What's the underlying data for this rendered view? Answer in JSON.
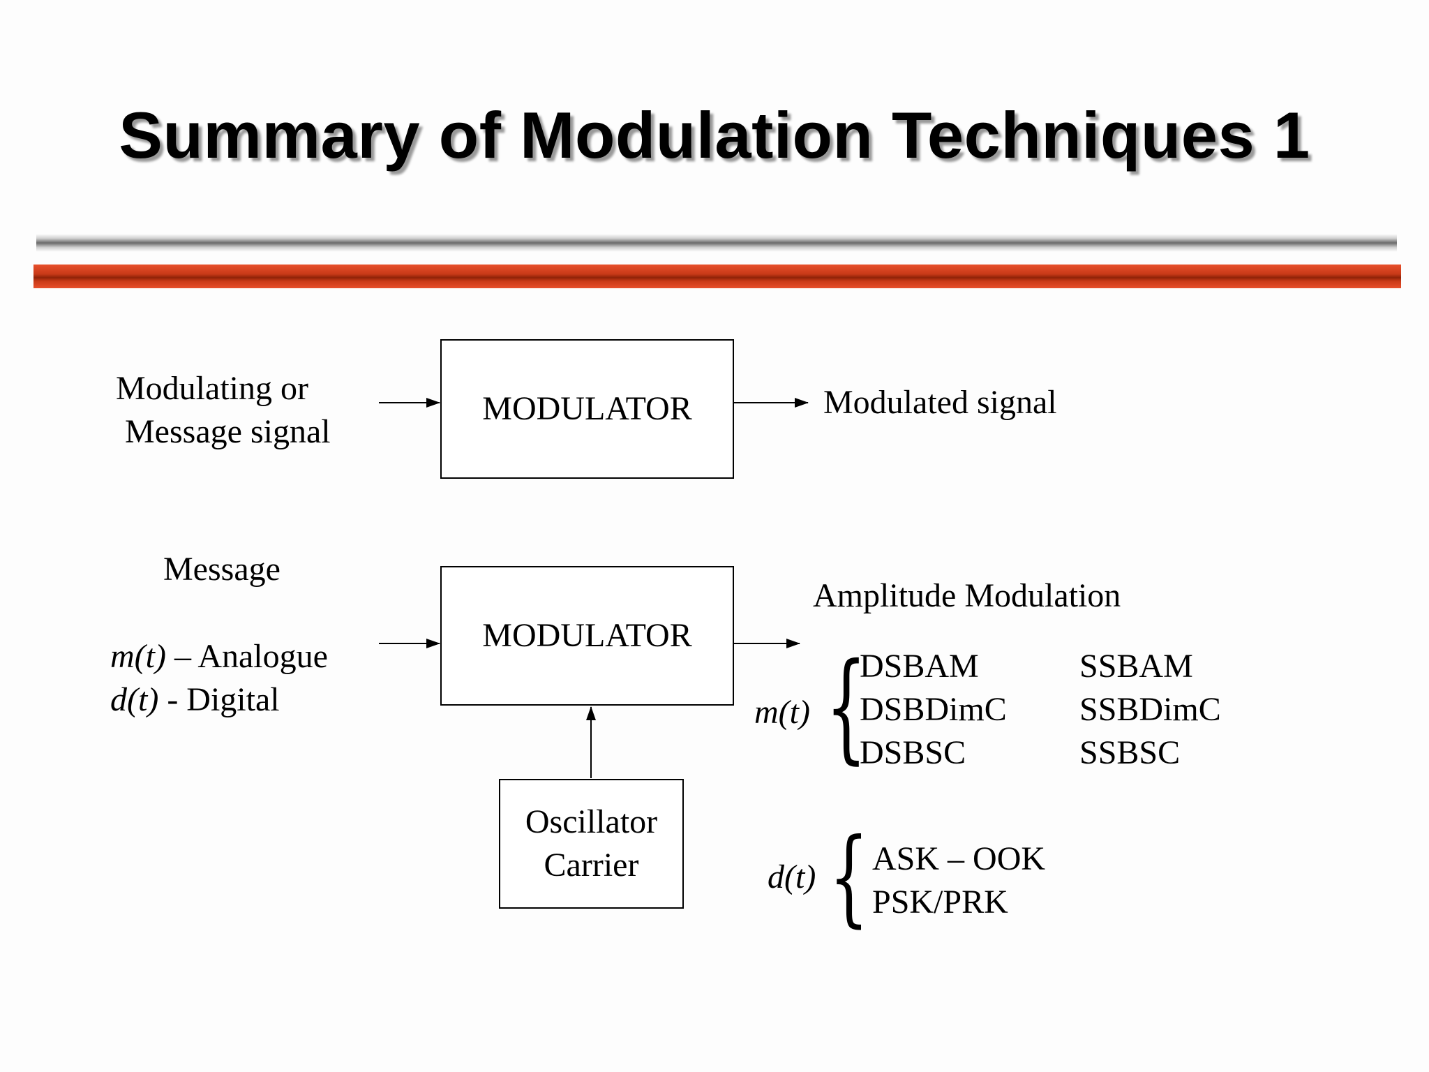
{
  "title": "Summary of Modulation Techniques 1",
  "top": {
    "input_line1": "Modulating or",
    "input_line2": "Message signal",
    "block": "MODULATOR",
    "output": "Modulated signal"
  },
  "bottom": {
    "input_heading": "Message",
    "analogue_var": "m(t)",
    "analogue_label": " – Analogue",
    "digital_var": "d(t)",
    "digital_label": " - Digital",
    "block": "MODULATOR",
    "oscillator_line1": "Oscillator",
    "oscillator_line2": "Carrier",
    "output_heading": "Amplitude Modulation",
    "m_var": "m(t)",
    "d_var": "d(t)",
    "analogue_schemes_ds": [
      "DSBAM",
      "DSBDimC",
      "DSBSC"
    ],
    "analogue_schemes_ss": [
      "SSBAM",
      "SSBDimC",
      "SSBSC"
    ],
    "digital_schemes": [
      "ASK – OOK",
      "PSK/PRK"
    ]
  }
}
